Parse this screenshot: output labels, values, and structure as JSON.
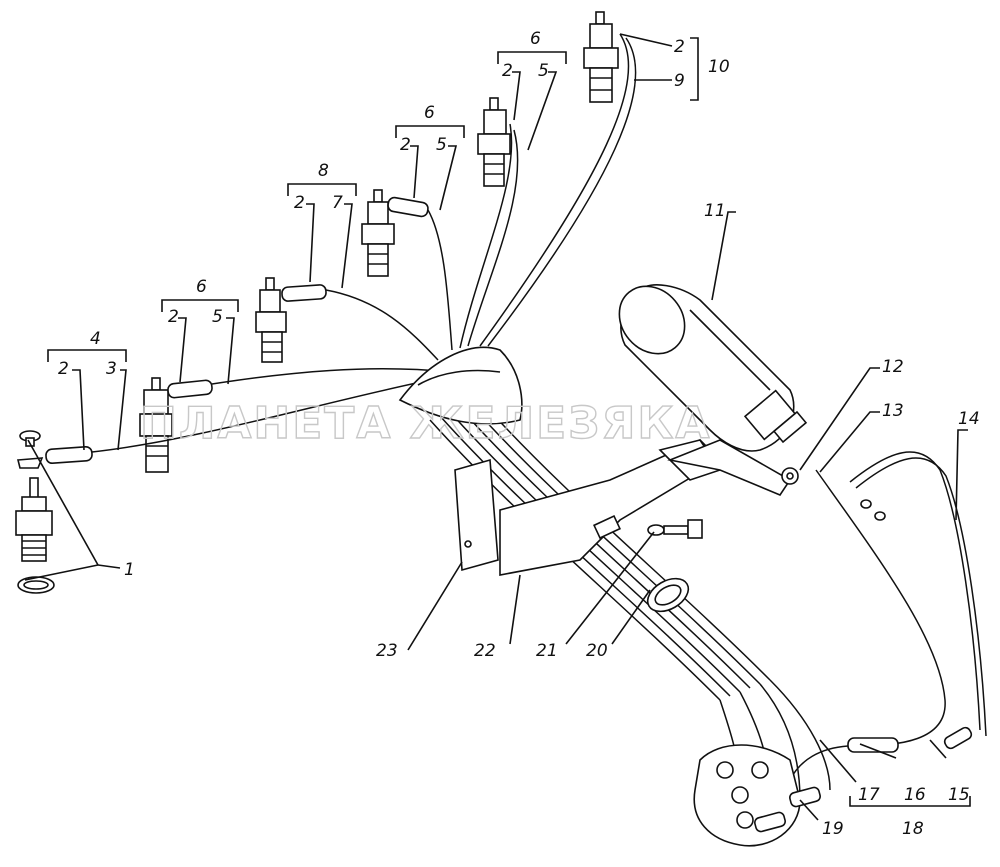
{
  "watermark": "ПЛАНЕТА ЖЕЛЕЗЯКА",
  "callouts": {
    "c1": "1",
    "c4": "4",
    "c4a": "2",
    "c4b": "3",
    "c6a": "6",
    "c6a_2": "2",
    "c6a_5": "5",
    "c8": "8",
    "c8_2": "2",
    "c8_7": "7",
    "c6b": "6",
    "c6b_2": "2",
    "c6b_5": "5",
    "c6c": "6",
    "c6c_2": "2",
    "c6c_5": "5",
    "c10": "10",
    "c10_2": "2",
    "c10_9": "9",
    "c11": "11",
    "c12": "12",
    "c13": "13",
    "c14": "14",
    "c15": "15",
    "c16": "16",
    "c17": "17",
    "c18": "18",
    "c19": "19",
    "c20": "20",
    "c21": "21",
    "c22": "22",
    "c23": "23"
  }
}
